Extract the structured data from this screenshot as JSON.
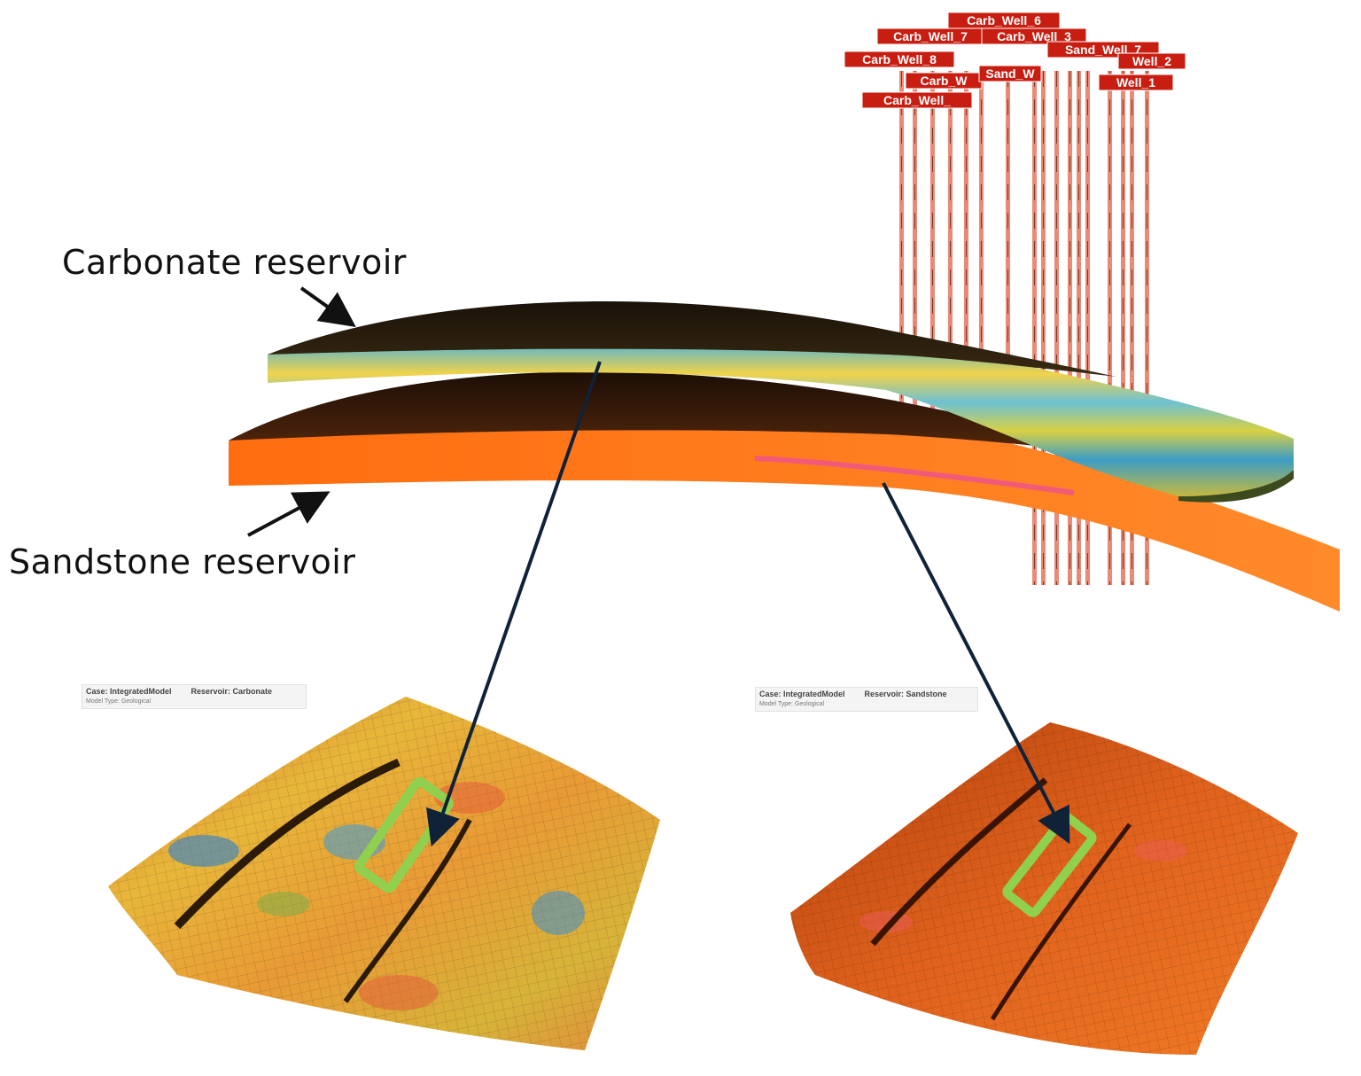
{
  "labels": {
    "carbonate": "Carbonate reservoir",
    "sandstone": "Sandstone reservoir"
  },
  "wells": [
    "Carb_Well_6",
    "Carb_Well_7",
    "Carb_Well_3",
    "Sand_Well_7",
    "Carb_Well_8",
    "Well_2",
    "Well_1",
    "Carb_W",
    "Sand_W",
    "Carb_Well_"
  ],
  "panels": {
    "carbonate": {
      "case": "Case: IntegratedModel",
      "reservoir": "Reservoir: Carbonate",
      "model_type": "Model Type: Geological"
    },
    "sandstone": {
      "case": "Case: IntegratedModel",
      "reservoir": "Reservoir: Sandstone",
      "model_type": "Model Type: Geological"
    }
  },
  "colors": {
    "carbonate_top": "#2a1a0c",
    "sandstone_body": "#ff7a1c",
    "well_label_bg": "#c81e12",
    "well_stick": "#e98a76",
    "arrow": "#0f2238",
    "highlight": "#8fd14f"
  }
}
